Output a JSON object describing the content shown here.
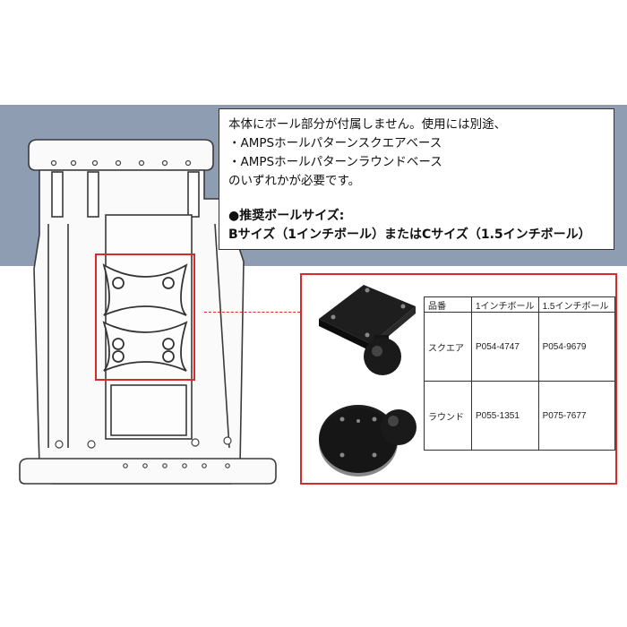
{
  "note": {
    "lines": [
      "本体にボール部分が付属しません。使用には別途、",
      "・AMPSホールパターンスクエアベース",
      "・AMPSホールパターンラウンドベース",
      "のいずれかが必要です。"
    ],
    "recommend_title": "●推奨ボールサイズ:",
    "recommend_body": "Bサイズ（1インチボール）またはCサイズ（1.5インチボール）"
  },
  "table": {
    "headers": [
      "品番",
      "1インチボール",
      "1.5インチボール"
    ],
    "rows": [
      {
        "type": "スクエア",
        "one_inch": "P054-4747",
        "one_half_inch": "P054-9679"
      },
      {
        "type": "ラウンド",
        "one_inch": "P055-1351",
        "one_half_inch": "P075-7677"
      }
    ]
  },
  "colors": {
    "band": "#8e9db1",
    "accent_red": "#d62b2b",
    "product_dark": "#1a1a1a"
  },
  "icons": [
    "tablet-holder-illustration",
    "square-base-product-image",
    "round-base-product-image"
  ]
}
